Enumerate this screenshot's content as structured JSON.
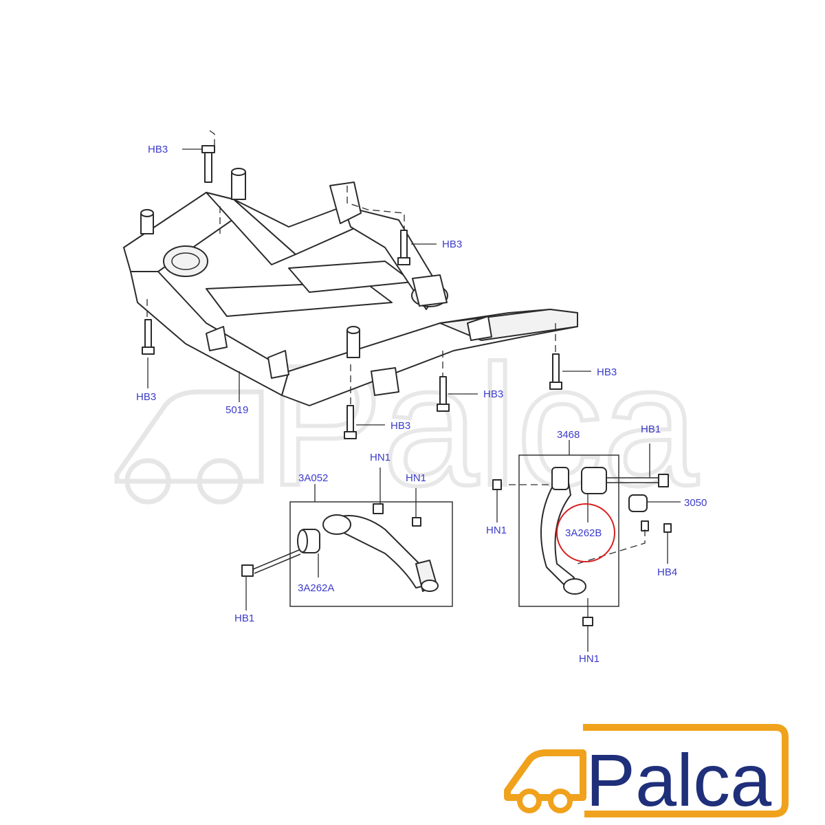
{
  "callouts": {
    "hb3_top": "HB3",
    "hb3_mid": "HB3",
    "hb3_left": "HB3",
    "subframe": "5019",
    "hb3_bottom": "HB3",
    "hb3_center": "HB3",
    "hb3_right": "HB3",
    "arm_right": "3468",
    "hb1_right": "HB1",
    "arm_left": "3A052",
    "hn1_a": "HN1",
    "hn1_b": "HN1",
    "hn1_c": "HN1",
    "bushing_b": "3A262B",
    "sensor": "3050",
    "hb4": "HB4",
    "bushing_a": "3A262A",
    "hb1_left": "HB1",
    "hn1_d": "HN1"
  },
  "highlight": {
    "target": "3A262B",
    "color": "#d81e1e"
  },
  "logo": {
    "text": "Palca",
    "color_primary": "#1f2f7a",
    "color_accent": "#f0a21c"
  },
  "watermark": {
    "text": "Palca"
  }
}
